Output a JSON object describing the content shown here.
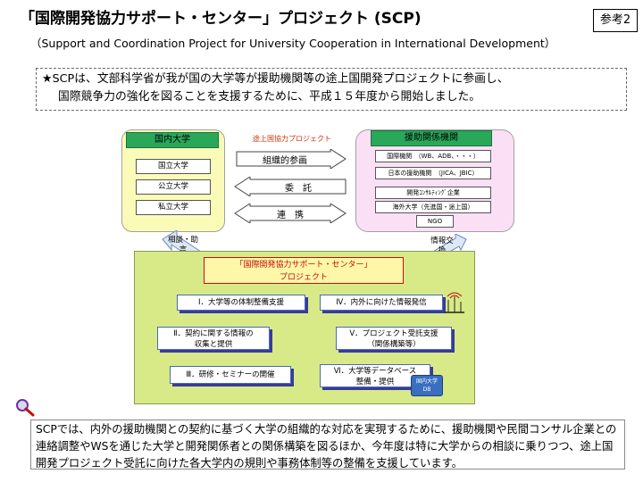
{
  "header": {
    "title": "「国際開発協力サポート・センター」プロジェクト (SCP)",
    "subtitle": "（Support and Coordination Project for University Cooperation in International Development）",
    "ref_label": "参考2"
  },
  "intro": {
    "line1": "★SCPは、文部科学省が我が国の大学等が援助機関等の途上国開発プロジェクトに参画し、",
    "line2": "国際競争力の強化を図ることを支援するために、平成１５年度から開始しました。"
  },
  "diagram": {
    "universities": {
      "title": "国内大学",
      "items": [
        "国立大学",
        "公立大学",
        "私立大学"
      ]
    },
    "project_label": "途上国協力プロジェクト",
    "arrows": {
      "participate": "組織的参画",
      "entrust": "委　託",
      "cooperate": "連　携"
    },
    "agencies": {
      "title": "援助関係機関",
      "items": [
        "国際機関　（WB、ADB、・・・）",
        "日本の援助機関　（JICA、JBIC）",
        "開発ｺﾝｻﾙﾃｨﾝｸﾞ企業",
        "海外大学（先進国・途上国）",
        "NGO"
      ]
    },
    "side_left": "相談・助言",
    "side_right": "情報交換",
    "center": {
      "title_line1": "「国際開発協力サポート・センター」",
      "title_line2": "プロジェクト",
      "item1": "Ⅰ．大学等の体制整備支援",
      "item2_line1": "Ⅱ．契約に関する情報の",
      "item2_line2": "収集と提供",
      "item3": "Ⅲ．研修・セミナーの開催",
      "item4": "Ⅳ．内外に向けた情報発信",
      "item5_line1": "Ⅴ．プロジェクト受託支援",
      "item5_line2": "（関係構築等）",
      "item6_line1": "Ⅵ．大学等データベース",
      "item6_line2": "整備・提供",
      "db_line1": "国内大学",
      "db_line2": "DB"
    }
  },
  "bottom": {
    "text": "SCPでは、内外の援助機関との契約に基づく大学の組織的な対応を実現するために、援助機関や民間コンサル企業との連絡調整やWSを通じた大学と開発関係者との関係構築を図るほか、今年度は特に大学からの相談に乗りつつ、途上国開発プロジェクト受託に向けた各大学内の規則や事務体制等の整備を支援しています。"
  },
  "colors": {
    "green_header": "#29a85a",
    "univ_bg": "#fbfbb8",
    "agency_bg": "#fbe0f5",
    "center_bg": "#d8ea88",
    "accent_red": "#c01010"
  }
}
